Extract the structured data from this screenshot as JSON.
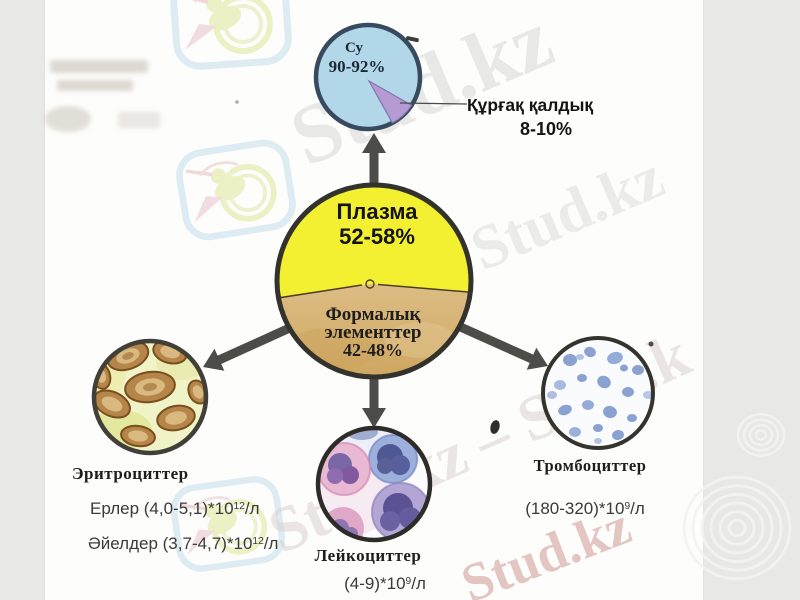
{
  "diagram": {
    "pie_top": {
      "slice_major_label": "Су",
      "slice_major_value": "90-92%",
      "callout_label": "Құрғақ қалдық",
      "callout_value": "8-10%"
    },
    "center": {
      "top_label": "Плазма",
      "top_value": "52-58%",
      "bottom_label_line1": "Формалық",
      "bottom_label_line2": "элементтер",
      "bottom_value": "42-48%"
    },
    "erythrocytes": {
      "label": "Эритроциттер",
      "values": [
        {
          "prefix": "Ерлер (4,0-5,1)*10",
          "sup": "12",
          "suffix": "/л"
        },
        {
          "prefix": "Әйелдер (3,7-4,7)*10",
          "sup": "12",
          "suffix": "/л"
        }
      ]
    },
    "leukocytes": {
      "label": "Лейкоциттер",
      "value": {
        "prefix": "(4-9)*10",
        "sup": "9",
        "suffix": "/л"
      }
    },
    "thrombocytes": {
      "label": "Тромбоциттер",
      "value": {
        "prefix": "(180-320)*10",
        "sup": "9",
        "suffix": "/л"
      }
    }
  },
  "watermarks": {
    "texts": [
      {
        "text": "Stud.kz"
      },
      {
        "text": "– Stud.kz"
      },
      {
        "text": "Stud.kz – Stud.k"
      },
      {
        "text": "Stud.kz"
      }
    ]
  },
  "colors": {
    "water_blue": "#b2d7e9",
    "dry_residue_purple": "#b59bd3",
    "plasma_yellow": "#f3ef31",
    "formed_elements_tan": "#d7b577",
    "arrow_gray": "#4c4c49",
    "pie_border": "#374a5e",
    "cell_circle_border": "#35332e",
    "side_strip_gray": "#e8e8e6",
    "watermark_gray": "#d7d7d7",
    "watermark_pink": "#d9aeaa"
  },
  "chart_data": [
    {
      "type": "pie",
      "title": "",
      "slices": [
        {
          "label": "Су",
          "value_range": "90-92%",
          "approx_value": 91
        },
        {
          "label": "Құрғақ қалдық",
          "value_range": "8-10%",
          "approx_value": 9
        }
      ],
      "legend_position": "callout-right"
    },
    {
      "type": "pie",
      "title": "",
      "slices": [
        {
          "label": "Плазма",
          "value_range": "52-58%",
          "approx_value": 55
        },
        {
          "label": "Формалық элементтер",
          "value_range": "42-48%",
          "approx_value": 45
        }
      ],
      "legend_position": "inside"
    }
  ]
}
